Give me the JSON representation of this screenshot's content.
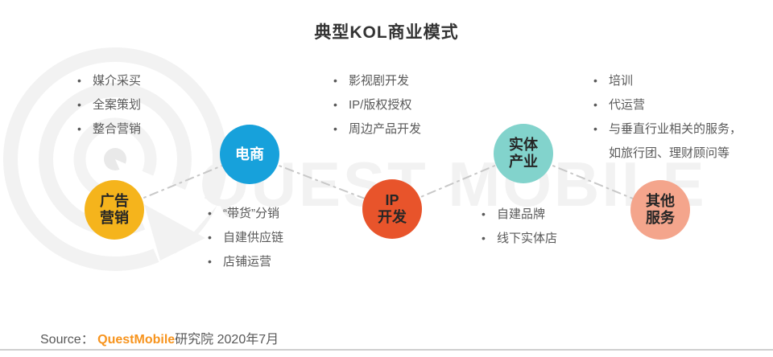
{
  "title": "典型KOL商业模式",
  "watermark": {
    "text": "QUEST MOBILE",
    "logo_name": "questmobile-logo",
    "color": "#f2f2f2"
  },
  "nodes": [
    {
      "line1": "广告",
      "line2": "营销",
      "color": "#F5B41C",
      "text_color": "#262626"
    },
    {
      "line1": "电商",
      "line2": "",
      "color": "#17A1DB",
      "text_color": "#ffffff"
    },
    {
      "line1": "IP",
      "line2": "开发",
      "color": "#E8542B",
      "text_color": "#262626"
    },
    {
      "line1": "实体",
      "line2": "产业",
      "color": "#82D3CC",
      "text_color": "#262626"
    },
    {
      "line1": "其他",
      "line2": "服务",
      "color": "#F4A58C",
      "text_color": "#262626"
    }
  ],
  "lists": [
    {
      "items": [
        "媒介采买",
        "全案策划",
        "整合营销"
      ]
    },
    {
      "items": [
        "“带货”分销",
        "自建供应链",
        "店铺运营"
      ]
    },
    {
      "items": [
        "影视剧开发",
        "IP/版权授权",
        "周边产品开发"
      ]
    },
    {
      "items": [
        "自建品牌",
        "线下实体店"
      ]
    },
    {
      "items": [
        "培训",
        "代运营",
        "与垂直行业相关的服务，",
        "如旅行团、理财顾问等"
      ]
    }
  ],
  "connector_color": "#c8c8c8",
  "footer": {
    "source_label": "Source：",
    "brand": "QuestMobile",
    "brand_color": "#F7941E",
    "rest": "研究院 2020年7月"
  }
}
